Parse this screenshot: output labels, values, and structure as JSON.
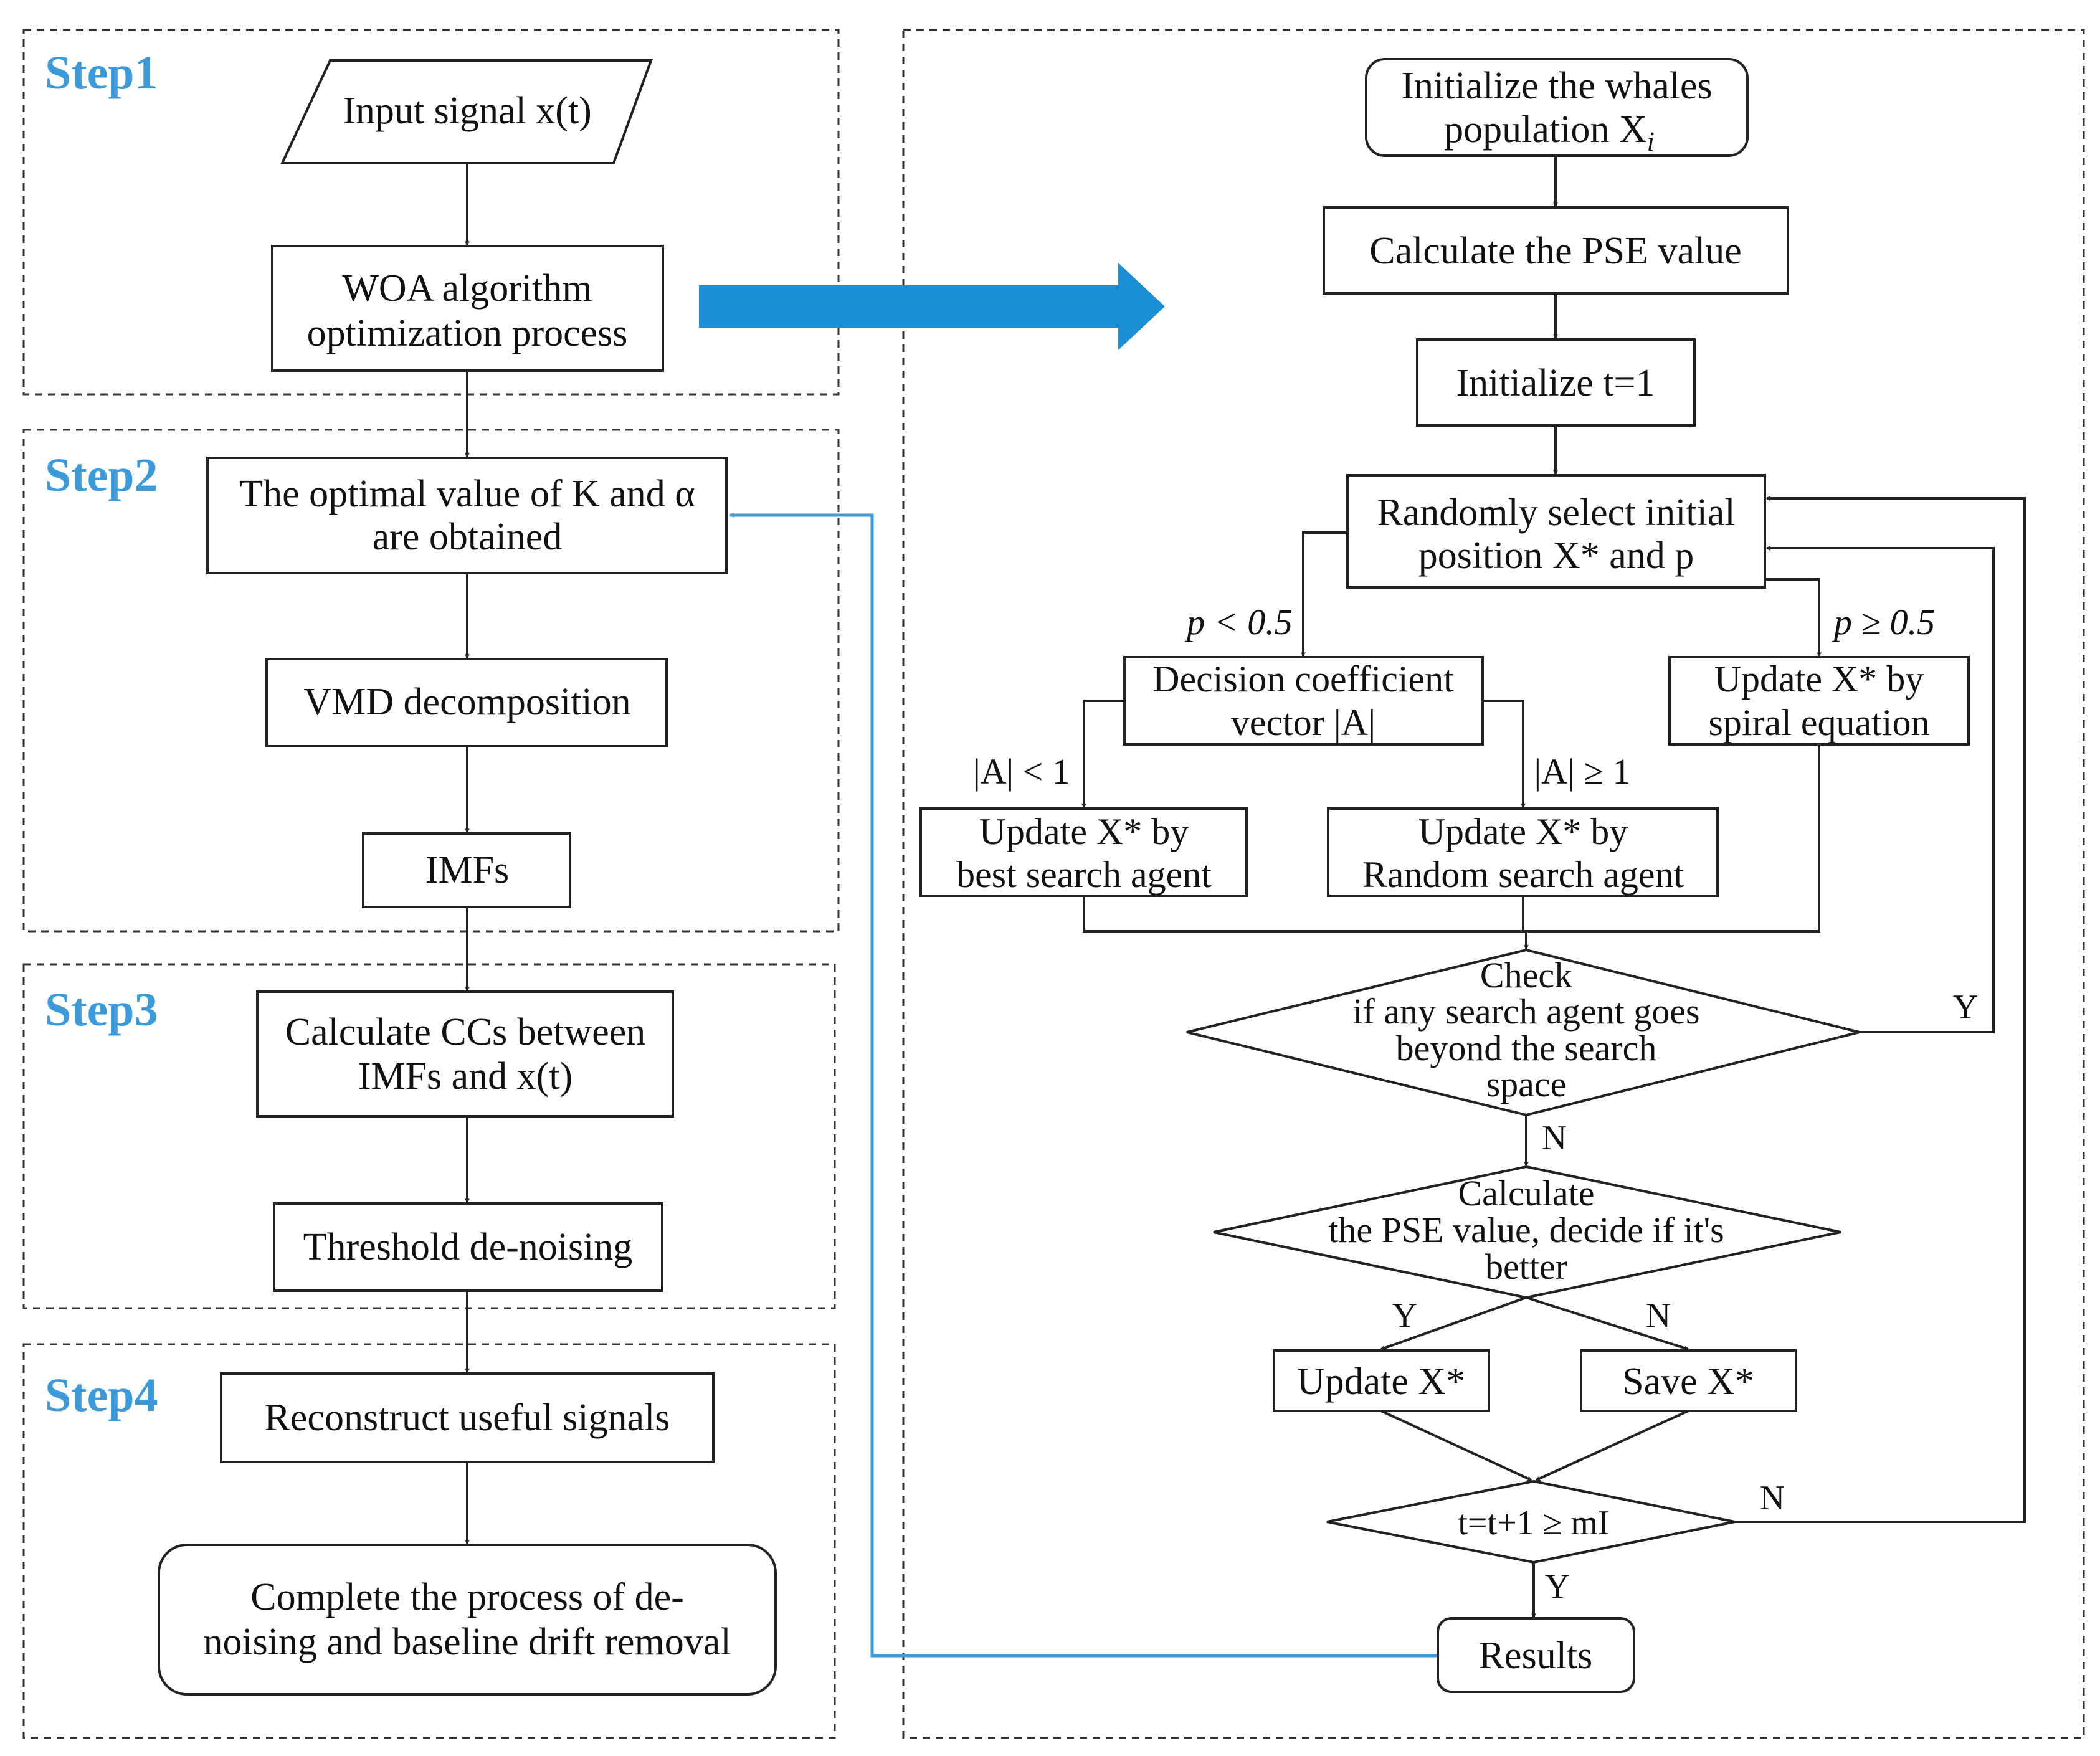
{
  "accent_color": "#3d9ad8",
  "steps": {
    "step1": "Step1",
    "step2": "Step2",
    "step3": "Step3",
    "step4": "Step4"
  },
  "left": {
    "input_signal": "Input signal x(t)",
    "woa_line1": "WOA algorithm",
    "woa_line2": "optimization process",
    "optimal_line1": "The optimal value of K and α",
    "optimal_line2": "are obtained",
    "vmd": "VMD decomposition",
    "imfs": "IMFs",
    "cc_line1": "Calculate CCs between",
    "cc_line2": "IMFs and x(t)",
    "threshold": "Threshold de-noising",
    "reconstruct": "Reconstruct useful signals",
    "complete_line1": "Complete the process of de-",
    "complete_line2": "noising and baseline drift removal"
  },
  "right": {
    "init_line1": "Initialize the whales",
    "init_line2": "population X",
    "init_sub": "i",
    "pse": "Calculate the PSE value",
    "init_t": "Initialize t=1",
    "random_line1": "Randomly select initial",
    "random_line2": "position X* and p",
    "p_lt": "p < 0.5",
    "p_ge": "p ≥ 0.5",
    "decision_line1": "Decision coefficient",
    "decision_line2": "vector |A|",
    "spiral_line1": "Update X* by",
    "spiral_line2": "spiral equation",
    "a_lt": "|A| < 1",
    "a_ge": "|A| ≥ 1",
    "best_line1": "Update X* by",
    "best_line2": "best search agent",
    "rand_agent_line1": "Update X* by",
    "rand_agent_line2": "Random search agent",
    "check_line1": "Check",
    "check_line2": "if any search agent goes",
    "check_line3": "beyond the search",
    "check_line4": "space",
    "check_yes": "Y",
    "check_no": "N",
    "calc_line1": "Calculate",
    "calc_line2": "the PSE value, decide if it's",
    "calc_line3": "better",
    "calc_yes": "Y",
    "calc_no": "N",
    "update": "Update X*",
    "save": "Save X*",
    "iter": "t=t+1 ≥ mI",
    "iter_no": "N",
    "iter_yes": "Y",
    "results": "Results"
  }
}
